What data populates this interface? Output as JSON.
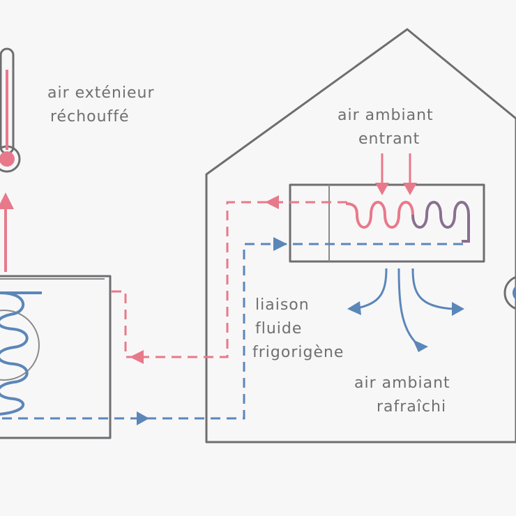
{
  "labels": {
    "outside_air_line1": "air exténieur",
    "outside_air_line2": "réchouffé",
    "incoming_air_line1": "air ambiant",
    "incoming_air_line2": "entrant",
    "link_line1": "liaison",
    "link_line2": "fluide",
    "link_line3": "frigorigène",
    "cooled_air_line1": "air ambiant",
    "cooled_air_line2": "rafraîchi"
  },
  "colors": {
    "pencil": "#6e6e70",
    "warm": "#e8798a",
    "cool": "#5b86b8",
    "background": "#f7f7f8"
  }
}
